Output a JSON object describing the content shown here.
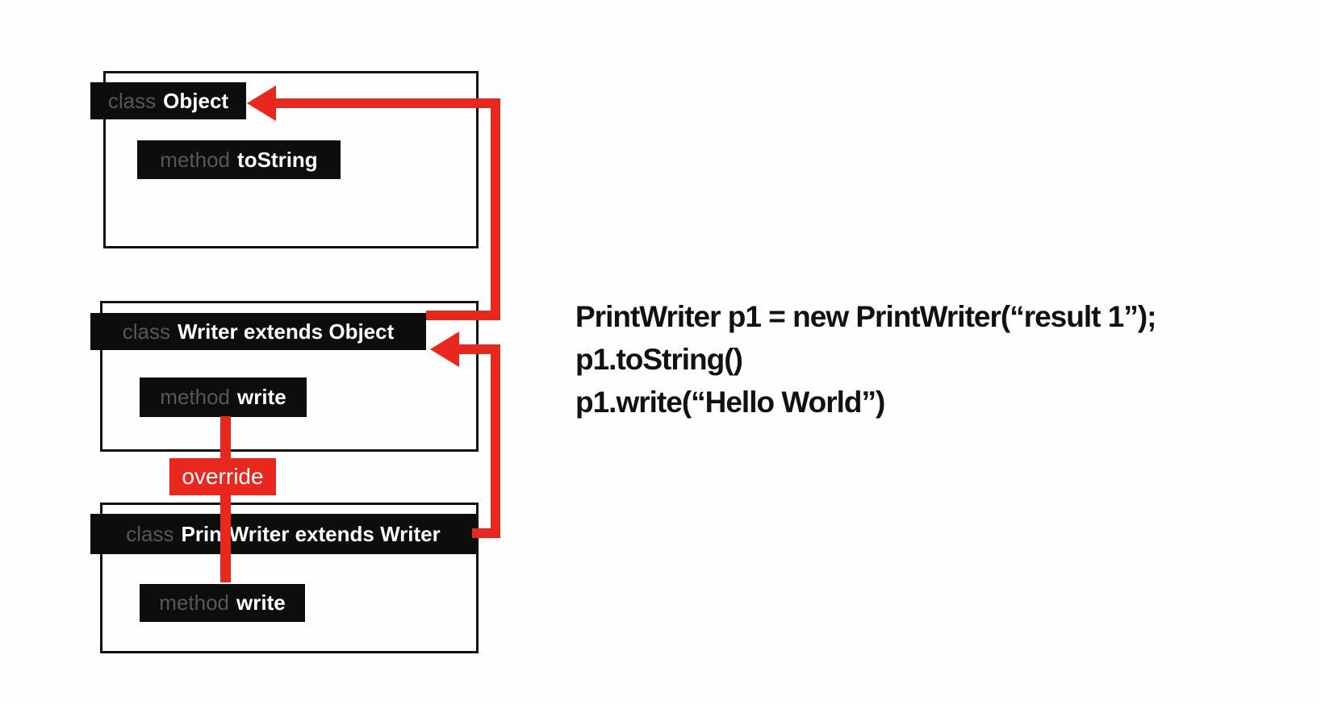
{
  "diagram": {
    "boxes": [
      {
        "class_keyword": "class",
        "class_name": "Object",
        "method_keyword": "method",
        "method_name": "toString"
      },
      {
        "class_keyword": "class",
        "class_name": "Writer extends Object",
        "method_keyword": "method",
        "method_name": "write"
      },
      {
        "class_keyword": "class",
        "class_name": "PrintWriter extends Writer",
        "method_keyword": "method",
        "method_name": "write"
      }
    ],
    "override_label": "override",
    "connections": [
      {
        "type": "extends-arrow",
        "from": "Writer extends Object",
        "to": "Object"
      },
      {
        "type": "extends-arrow",
        "from": "PrintWriter extends Writer",
        "to": "Writer extends Object"
      },
      {
        "type": "override-link",
        "from": "PrintWriter write",
        "to": "Writer write",
        "label": "override"
      }
    ]
  },
  "code": {
    "line1": "PrintWriter p1 = new PrintWriter(“result 1”);",
    "line2": "p1.toString()",
    "line3": "p1.write(“Hello World”)"
  },
  "colors": {
    "arrow_red": "#e8281e",
    "chip_bg": "#0d0d0d",
    "keyword_gray": "#575757",
    "chip_text": "#ffffff",
    "box_border": "#111111",
    "code_text": "#111111",
    "background": "#fefefe"
  }
}
